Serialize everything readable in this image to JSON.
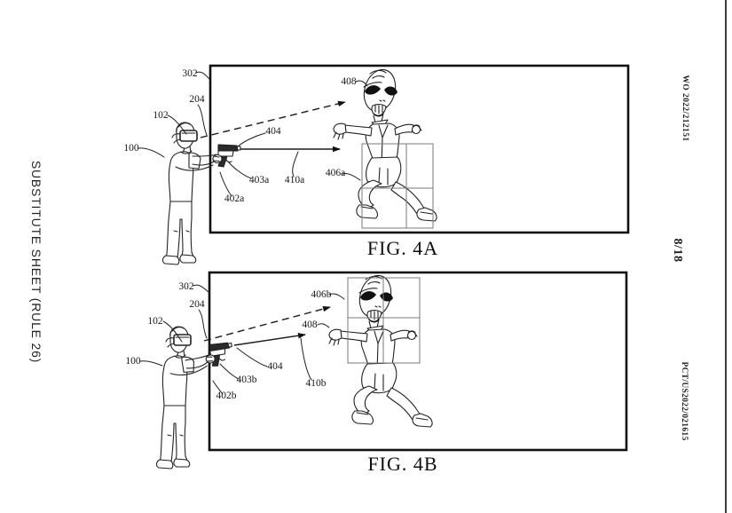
{
  "page": {
    "paper_color": "#ffffff",
    "ink_color": "#1c1c1c",
    "left_margin_note": "SUBSTITUTE SHEET (RULE 26)",
    "right_margin": {
      "publication_number": "WO 2022/212151",
      "sheet_index": "8/18",
      "application_number": "PCT/US2022/021615"
    }
  },
  "figures": [
    {
      "caption": "FIG. 4A",
      "labels": {
        "screen": "302",
        "gaze_line": "204",
        "headset": "102",
        "user": "100",
        "controller": "404",
        "controller_pose": "403a",
        "hand": "402a",
        "aim_ray": "410a",
        "character": "408",
        "target_box": "406a"
      }
    },
    {
      "caption": "FIG. 4B",
      "labels": {
        "screen": "302",
        "gaze_line": "204",
        "headset": "102",
        "user": "100",
        "controller": "404",
        "controller_pose": "403b",
        "hand": "402b",
        "aim_ray": "410b",
        "character": "408",
        "target_box": "406b"
      }
    }
  ]
}
